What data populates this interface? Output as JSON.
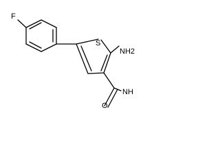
{
  "molecule": {
    "atoms": {
      "fluorine": "F",
      "sulfur": "S",
      "amino": "NH2",
      "amide_nitrogen": "NH",
      "oxygen": "O"
    }
  }
}
